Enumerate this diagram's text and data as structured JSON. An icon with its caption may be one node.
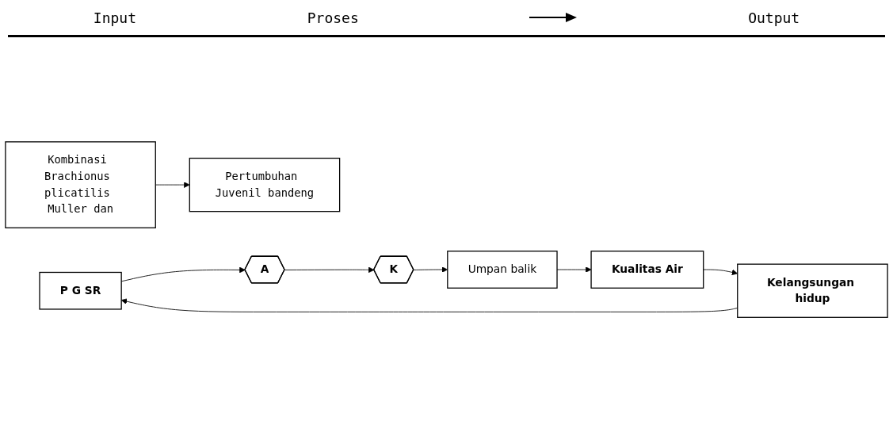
{
  "diagram": {
    "nodes": [
      {
        "text": [
          "Kombinasi Brachionus plicatilis Muller dan"
        ]
      },
      {
        "text": [
          "Pertumbuhan Juvenil bandeng"
        ]
      },
      {
        "text": [
          "P G SR"
        ]
      },
      {
        "text": [
          "A"
        ]
      },
      {
        "text": [
          "K"
        ]
      },
      {
        "text": [
          "Kualitas Air"
        ]
      },
      {
        "text": [
          "Kelangsungan hidup"
        ]
      },
      {
        "text": [
          "Umpan balik"
        ]
      }
    ],
    "edges": [
      {
        "from": 0,
        "to": 1,
        "arrow": "to"
      },
      {
        "from": 6,
        "to": 2,
        "arrow": "to"
      },
      {
        "from": 2,
        "to": 3,
        "arrow": "to"
      },
      {
        "from": 3,
        "to": 4,
        "arrow": "to"
      },
      {
        "from": 4,
        "to": 7,
        "arrow": "to"
      },
      {
        "from": 7,
        "to": 5,
        "arrow": "to"
      },
      {
        "from": 5,
        "to": 6,
        "arrow": "to"
      }
    ],
    "labels": [
      "Input",
      "Proses",
      "Output"
    ]
  }
}
